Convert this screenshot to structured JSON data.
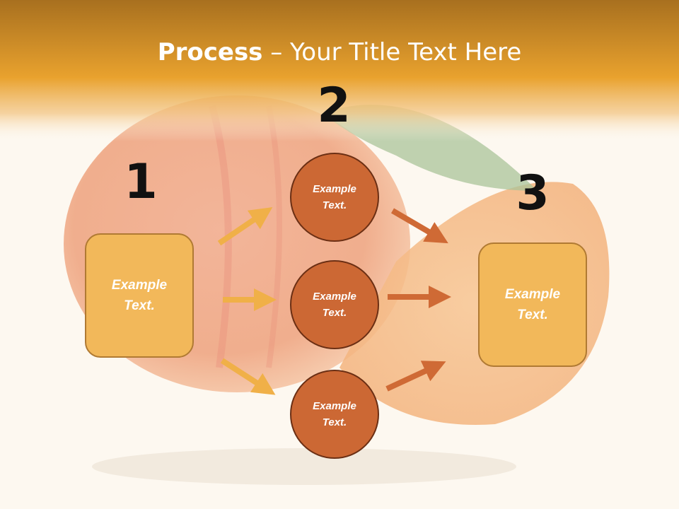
{
  "title": {
    "bold": "Process",
    "rest": " – Your Title Text Here"
  },
  "steps": [
    {
      "number": "1",
      "text": "Example Text."
    },
    {
      "number": "2"
    },
    {
      "number": "3",
      "text": "Example Text."
    }
  ],
  "circles": [
    {
      "text": "Example Text."
    },
    {
      "text": "Example Text."
    },
    {
      "text": "Example Text."
    }
  ],
  "colors": {
    "header": "#e9a22e",
    "box_fill": "#f2b85a",
    "circle_fill": "#cc6834",
    "arrow_left": "#f0b048",
    "arrow_right": "#cf6a35"
  }
}
